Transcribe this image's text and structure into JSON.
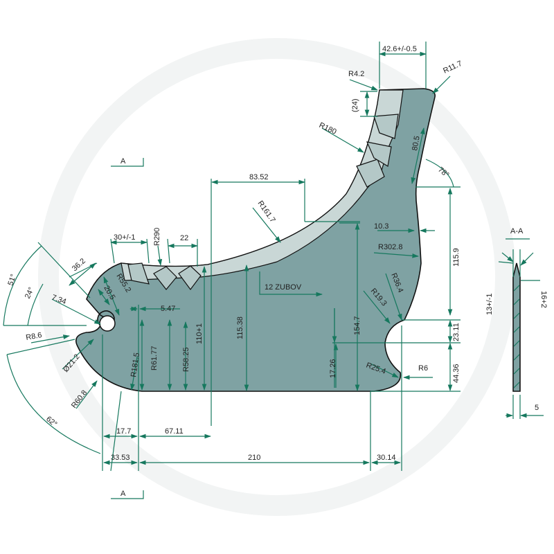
{
  "drawing": {
    "section_mark": "A",
    "section_title": "A-A",
    "teeth_note": "12 ZUBOV",
    "dims": {
      "top_width": "42.6+/-0.5",
      "r4_2": "R4.2",
      "r11_7": "R11.7",
      "d24": "(24)",
      "r180": "R180",
      "d80_5": "80.5",
      "a78": "78°",
      "d83_52": "83.52",
      "r161_7": "R161.7",
      "d10_3": "10.3",
      "r302_8": "R302.8",
      "d115_9": "115.9",
      "d30": "30+/-1",
      "r290": "R290",
      "d22": "22",
      "d36_2": "36.2",
      "a51": "51°",
      "r55_2": "R55.2",
      "a24": "24°",
      "d20_5": "20.5",
      "r36_4": "R36.4",
      "r19_3": "R19.3",
      "d7_34": "7.34",
      "d5_47": "5.47",
      "d13": "13+/-1",
      "d16": "16+2",
      "d110": "110+1",
      "d154_7": "154.7",
      "d115_38": "115.38",
      "d23_11": "23.11",
      "r8_6": "R8.6",
      "r181_5": "R181.5",
      "r61_77": "R61.77",
      "r58_25": "R58.25",
      "dia21_2": "Ø21.2",
      "d17_26": "17.26",
      "r25_4": "R25.4",
      "r6": "R6",
      "d44_36": "44.36",
      "r60_8": "R60.8",
      "a62": "62°",
      "d17_7": "17.7",
      "d67_11": "67.11",
      "d33_53": "33.53",
      "d210": "210",
      "d30_14": "30.14",
      "d5": "5"
    },
    "colors": {
      "part": "#7fa2a3",
      "dimension": "#16785e"
    }
  }
}
